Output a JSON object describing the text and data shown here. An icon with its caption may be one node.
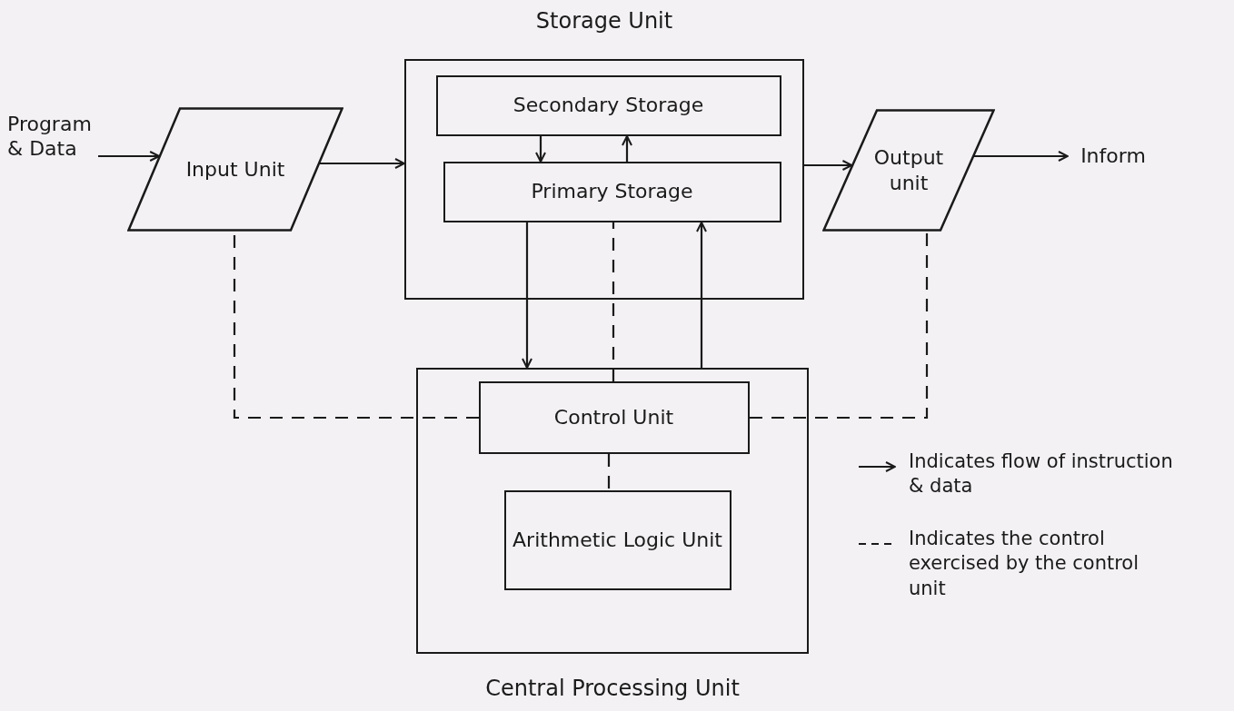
{
  "diagram": {
    "nodes": [
      {
        "text": [
          "Program & Data"
        ]
      },
      {
        "text": [
          "Input Unit"
        ]
      },
      {
        "text": [
          "Storage Unit"
        ]
      },
      {
        "text": [
          "Secondary Storage"
        ],
        "in": 2
      },
      {
        "text": [
          "Primary Storage"
        ],
        "in": 2
      },
      {
        "text": [
          "Output unit"
        ]
      },
      {
        "text": [
          "Inform"
        ]
      },
      {
        "text": [
          "Central Processing Unit"
        ]
      },
      {
        "text": [
          "Control Unit"
        ],
        "in": 7
      },
      {
        "text": [
          "Arithmetic Logic Unit"
        ],
        "in": 7
      }
    ],
    "edges": [
      {
        "from": 0,
        "to": 1,
        "arrow": "to"
      },
      {
        "from": 1,
        "to": 2,
        "arrow": "to"
      },
      {
        "from": 2,
        "to": 5,
        "arrow": "to"
      },
      {
        "from": 5,
        "to": 6,
        "arrow": "to"
      },
      {
        "from": 3,
        "to": 4,
        "arrow": "to"
      },
      {
        "from": 4,
        "to": 3,
        "arrow": "to"
      },
      {
        "from": 4,
        "to": 7,
        "arrow": "to"
      },
      {
        "from": 7,
        "to": 4,
        "arrow": "to"
      },
      {
        "from": 8,
        "to": 4,
        "arrow": "none",
        "style": "dashed"
      },
      {
        "from": 8,
        "to": 1,
        "arrow": "none",
        "style": "dashed"
      },
      {
        "from": 8,
        "to": 5,
        "arrow": "none",
        "style": "dashed"
      },
      {
        "from": 8,
        "to": 9,
        "arrow": "none",
        "style": "dashed"
      }
    ],
    "legend": [
      {
        "text": "Indicates flow of instruction & data"
      },
      {
        "text": "Indicates the control exercised by the control unit"
      }
    ]
  }
}
